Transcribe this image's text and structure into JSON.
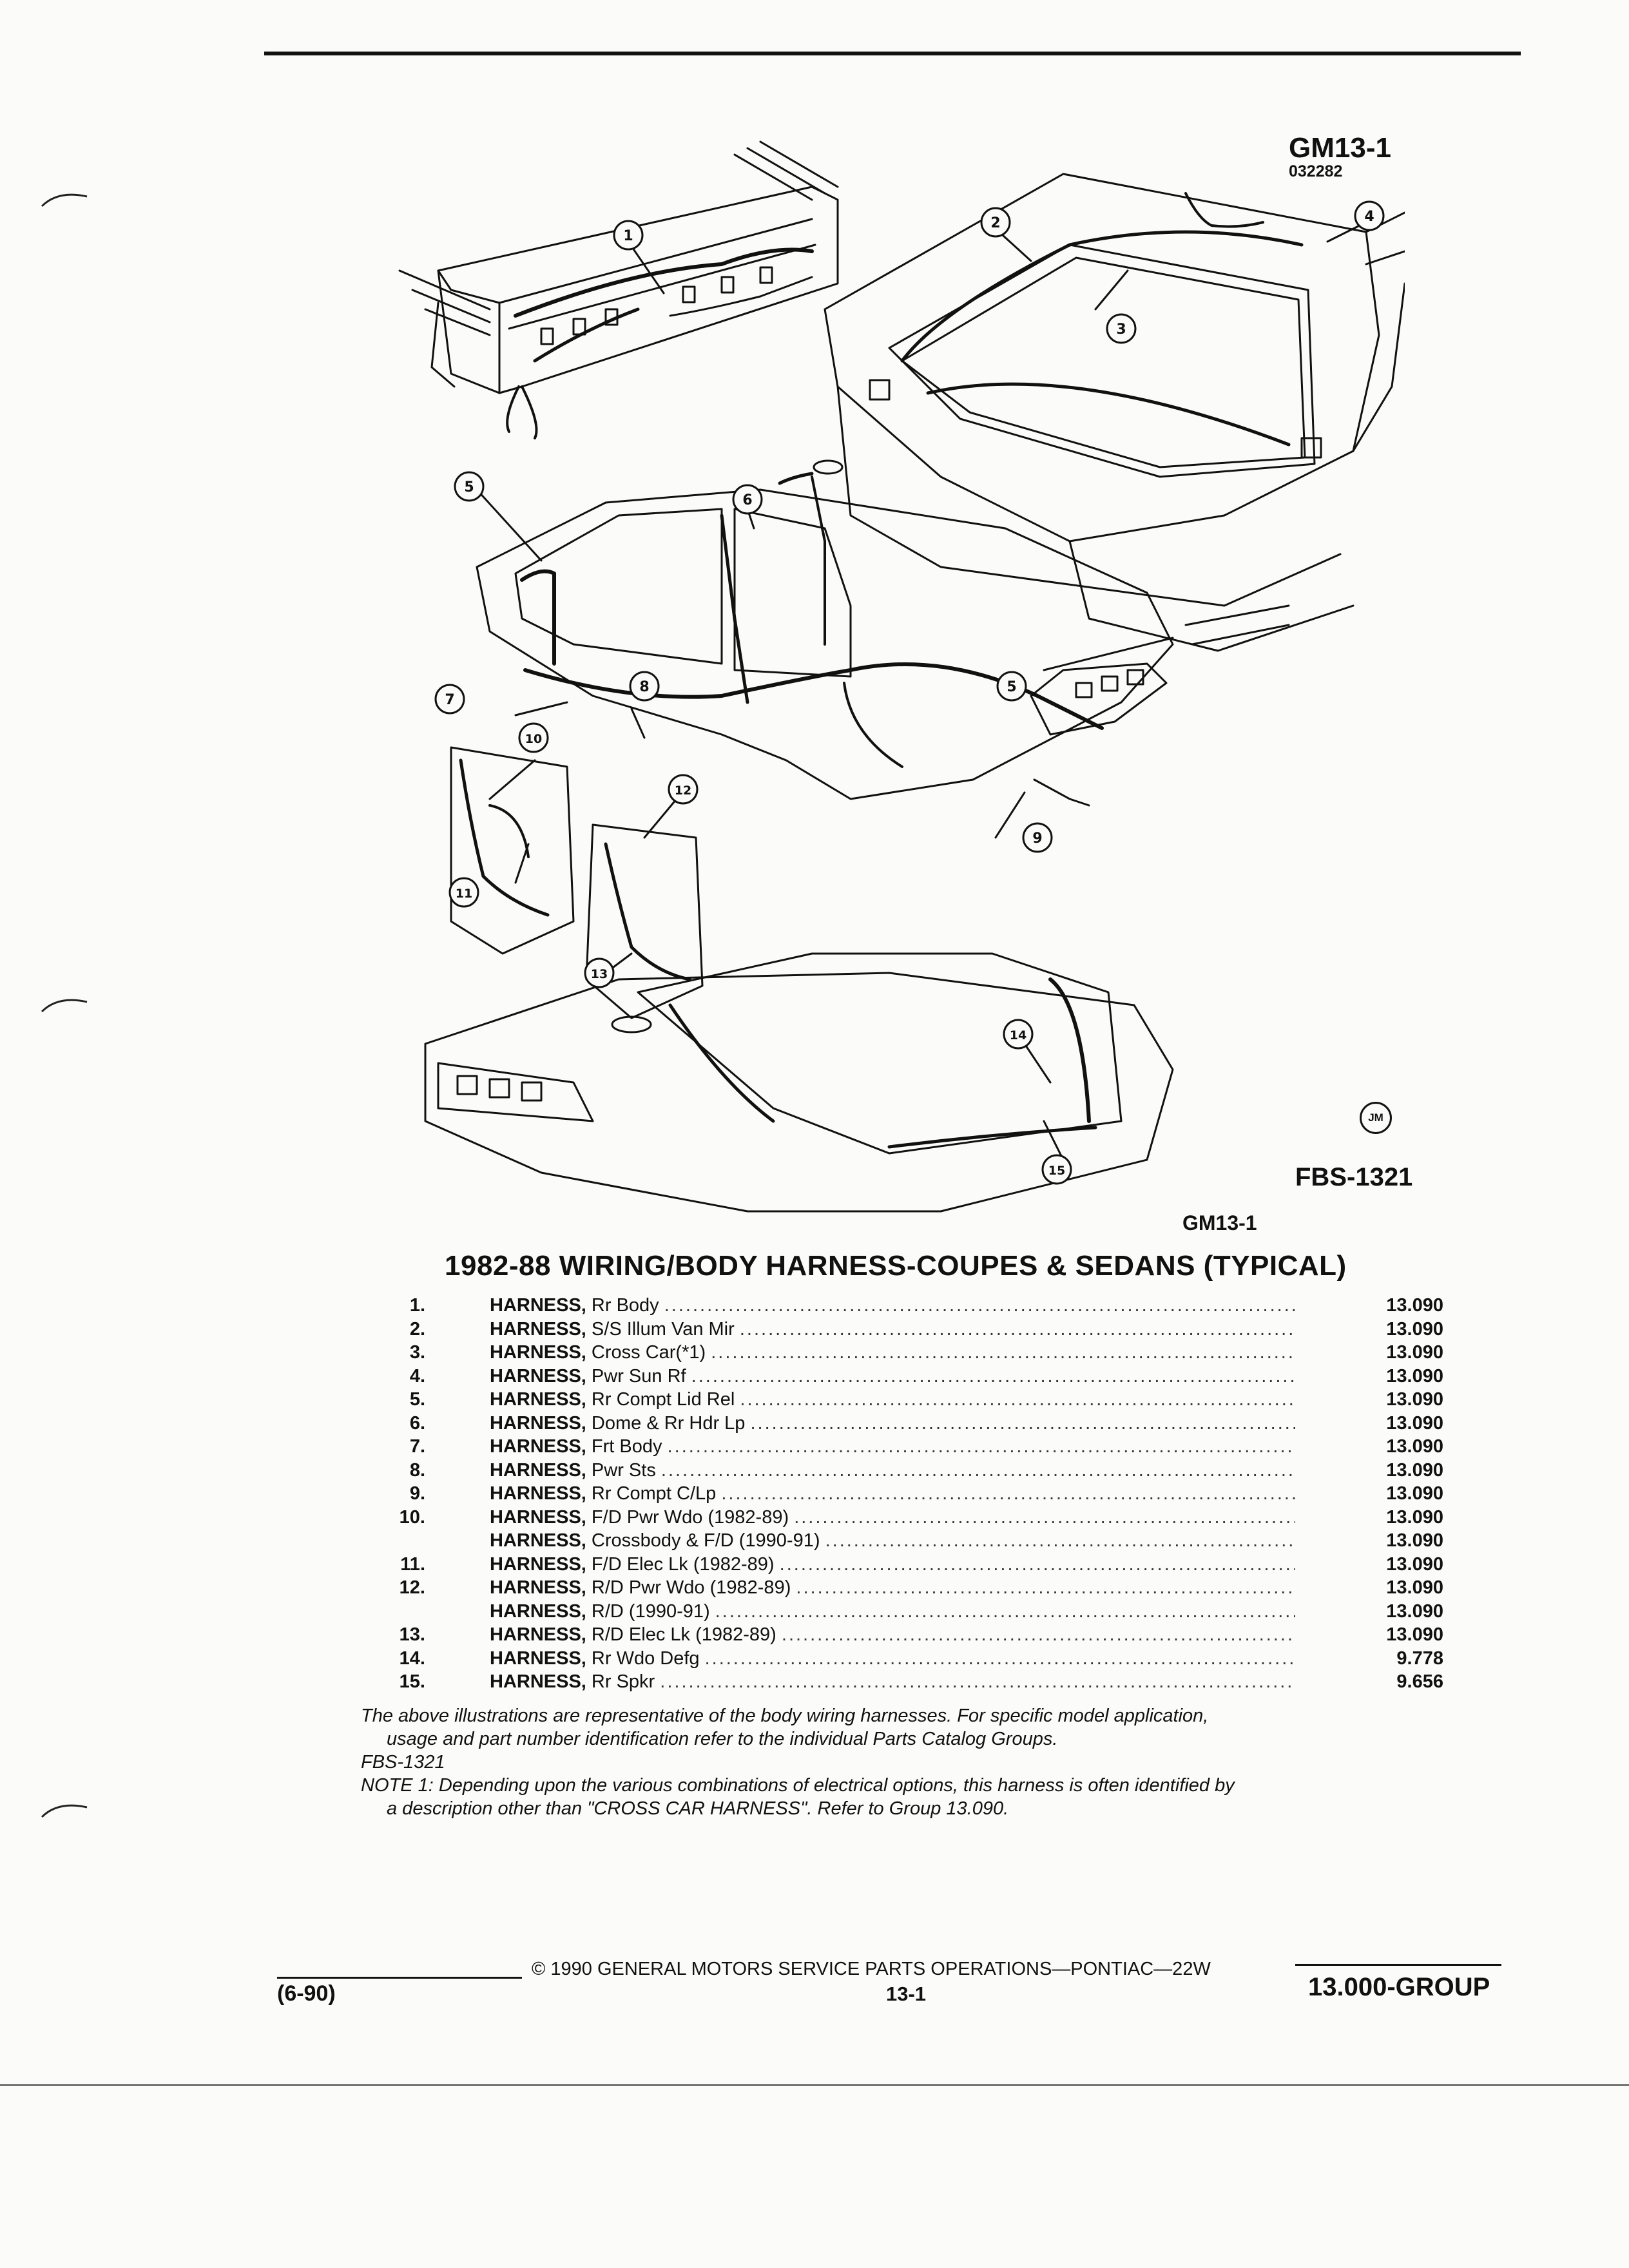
{
  "figure": {
    "id": "GM13-1",
    "code": "032282",
    "fbs": "FBS-1321",
    "artist_mark": "JM",
    "caption_ref": "GM13-1",
    "callouts": [
      "1",
      "2",
      "3",
      "4",
      "5",
      "6",
      "7",
      "8",
      "5",
      "9",
      "10",
      "11",
      "12",
      "13",
      "14",
      "15"
    ]
  },
  "title": "1982-88 WIRING/BODY HARNESS-COUPES & SEDANS (TYPICAL)",
  "items": [
    {
      "num": "1.",
      "name": "HARNESS,",
      "desc": "Rr Body",
      "group": "13.090"
    },
    {
      "num": "2.",
      "name": "HARNESS,",
      "desc": "S/S Illum Van Mir",
      "group": "13.090"
    },
    {
      "num": "3.",
      "name": "HARNESS,",
      "desc": "Cross Car(*1)",
      "group": "13.090"
    },
    {
      "num": "4.",
      "name": "HARNESS,",
      "desc": "Pwr Sun Rf",
      "group": "13.090"
    },
    {
      "num": "5.",
      "name": "HARNESS,",
      "desc": "Rr Compt Lid Rel",
      "group": "13.090"
    },
    {
      "num": "6.",
      "name": "HARNESS,",
      "desc": "Dome & Rr Hdr Lp",
      "group": "13.090"
    },
    {
      "num": "7.",
      "name": "HARNESS,",
      "desc": "Frt Body",
      "group": "13.090"
    },
    {
      "num": "8.",
      "name": "HARNESS,",
      "desc": "Pwr Sts",
      "group": "13.090"
    },
    {
      "num": "9.",
      "name": "HARNESS,",
      "desc": "Rr Compt C/Lp",
      "group": "13.090"
    },
    {
      "num": "10.",
      "name": "HARNESS,",
      "desc": "F/D Pwr Wdo (1982-89)",
      "group": "13.090"
    },
    {
      "num": "",
      "name": "HARNESS,",
      "desc": "Crossbody & F/D (1990-91)",
      "group": "13.090"
    },
    {
      "num": "11.",
      "name": "HARNESS,",
      "desc": "F/D Elec Lk (1982-89)",
      "group": "13.090"
    },
    {
      "num": "12.",
      "name": "HARNESS,",
      "desc": "R/D Pwr Wdo (1982-89)",
      "group": "13.090"
    },
    {
      "num": "",
      "name": "HARNESS,",
      "desc": "R/D (1990-91)",
      "group": "13.090"
    },
    {
      "num": "13.",
      "name": "HARNESS,",
      "desc": "R/D Elec Lk (1982-89)",
      "group": "13.090"
    },
    {
      "num": "14.",
      "name": "HARNESS,",
      "desc": "Rr Wdo Defg",
      "group": "9.778"
    },
    {
      "num": "15.",
      "name": "HARNESS,",
      "desc": "Rr Spkr",
      "group": "9.656"
    }
  ],
  "notes": {
    "line1": "The above illustrations are representative of the body wiring harnesses. For specific model application,",
    "line2": "usage and part number identification refer to the individual Parts Catalog Groups.",
    "line3": "FBS-1321",
    "line4": "NOTE 1: Depending upon the various combinations of electrical options, this harness is often identified by",
    "line5": "a description other than \"CROSS CAR HARNESS\". Refer to Group 13.090."
  },
  "footer": {
    "date": "(6-90)",
    "copyright": "© 1990 GENERAL MOTORS SERVICE PARTS OPERATIONS—PONTIAC—22W",
    "page": "13-1",
    "group": "13.000-GROUP"
  }
}
